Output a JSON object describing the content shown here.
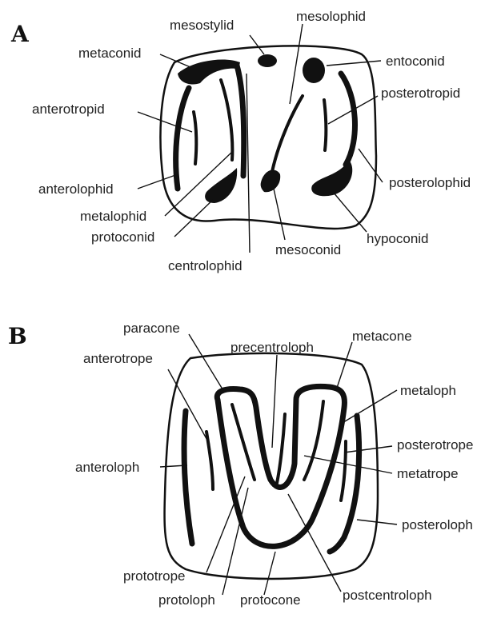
{
  "panels": {
    "a": {
      "letter": "A",
      "labels": {
        "mesostylid": "mesostylid",
        "mesolophid": "mesolophid",
        "metaconid": "metaconid",
        "entoconid": "entoconid",
        "anterotropid": "anterotropid",
        "posterotropid": "posterotropid",
        "anterolophid": "anterolophid",
        "posterolophid": "posterolophid",
        "metalophid": "metalophid",
        "protoconid": "protoconid",
        "hypoconid": "hypoconid",
        "mesoconid": "mesoconid",
        "centrolophid": "centrolophid"
      }
    },
    "b": {
      "letter": "B",
      "labels": {
        "paracone": "paracone",
        "precentroloph": "precentroloph",
        "metacone": "metacone",
        "anterotrope": "anterotrope",
        "metaloph": "metaloph",
        "posterotrope": "posterotrope",
        "anteroloph": "anteroloph",
        "metatrope": "metatrope",
        "posteroloph": "posteroloph",
        "prototrope": "prototrope",
        "protoloph": "protoloph",
        "protocone": "protocone",
        "postcentroloph": "postcentroloph"
      }
    }
  }
}
